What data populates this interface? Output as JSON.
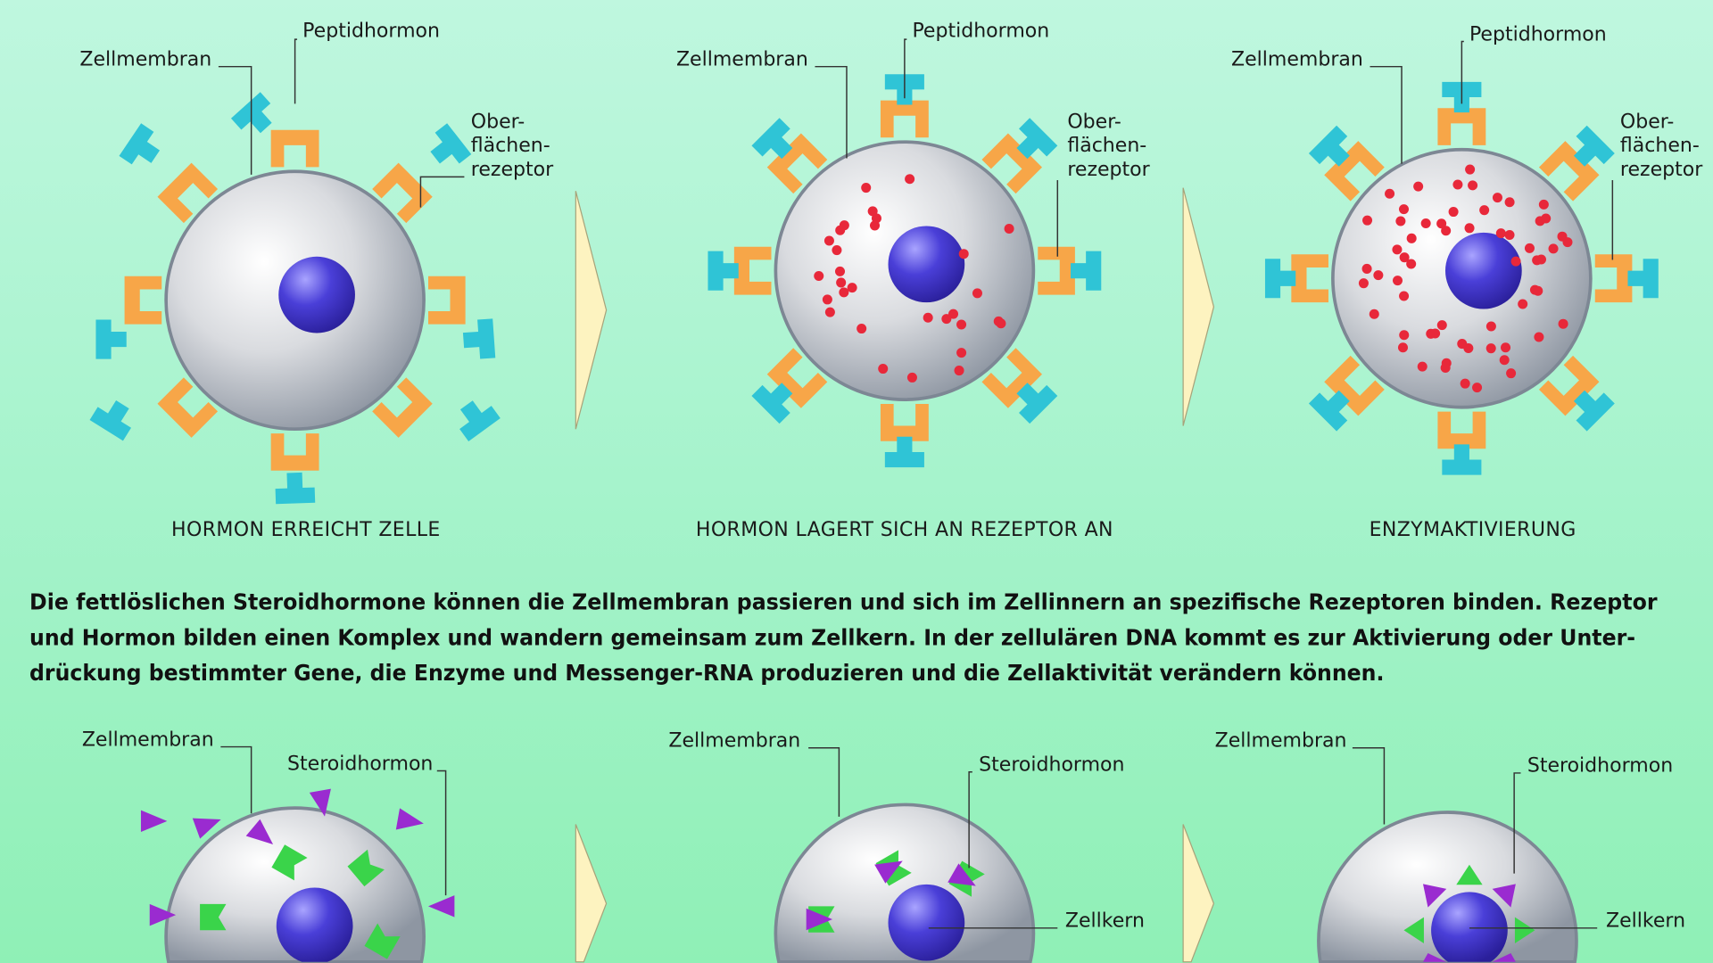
{
  "colors": {
    "receptor": "#f7a648",
    "peptide": "#2fc4d6",
    "nucleus": "#4a3fd8",
    "steroid": "#9a2bd0",
    "complex": "#3ad44a",
    "dot": "#e8283a",
    "arrow": "#fdf3c0"
  },
  "top": [
    {
      "membrane": "Zellmembran",
      "hormone": "Peptidhormon",
      "receptor": [
        "Ober-",
        "flächen-",
        "rezeptor"
      ],
      "caption": "HORMON ERREICHT ZELLE"
    },
    {
      "membrane": "Zellmembran",
      "hormone": "Peptidhormon",
      "receptor": [
        "Ober-",
        "flächen-",
        "rezeptor"
      ],
      "caption": "HORMON LAGERT SICH AN REZEPTOR AN"
    },
    {
      "membrane": "Zellmembran",
      "hormone": "Peptidhormon",
      "receptor": [
        "Ober-",
        "flächen-",
        "rezeptor"
      ],
      "caption": "ENZYMAKTIVIERUNG"
    }
  ],
  "paragraph": [
    "Die fettlöslichen Steroidhormone können die Zellmembran passieren und sich im Zellinnern an spezifische Rezeptoren binden. Rezeptor",
    "und Hormon bilden einen Komplex und wandern gemeinsam zum Zellkern. In der zellulären DNA kommt es zur Aktivierung oder Unter-",
    "drückung bestimmter Gene, die Enzyme und Messenger-RNA produzieren und die Zellaktivität verändern können."
  ],
  "bottom": [
    {
      "membrane": "Zellmembran",
      "hormone": "Steroidhormon"
    },
    {
      "membrane": "Zellmembran",
      "hormone": "Steroidhormon",
      "nucleus": "Zellkern"
    },
    {
      "membrane": "Zellmembran",
      "hormone": "Steroidhormon",
      "nucleus": "Zellkern"
    }
  ]
}
